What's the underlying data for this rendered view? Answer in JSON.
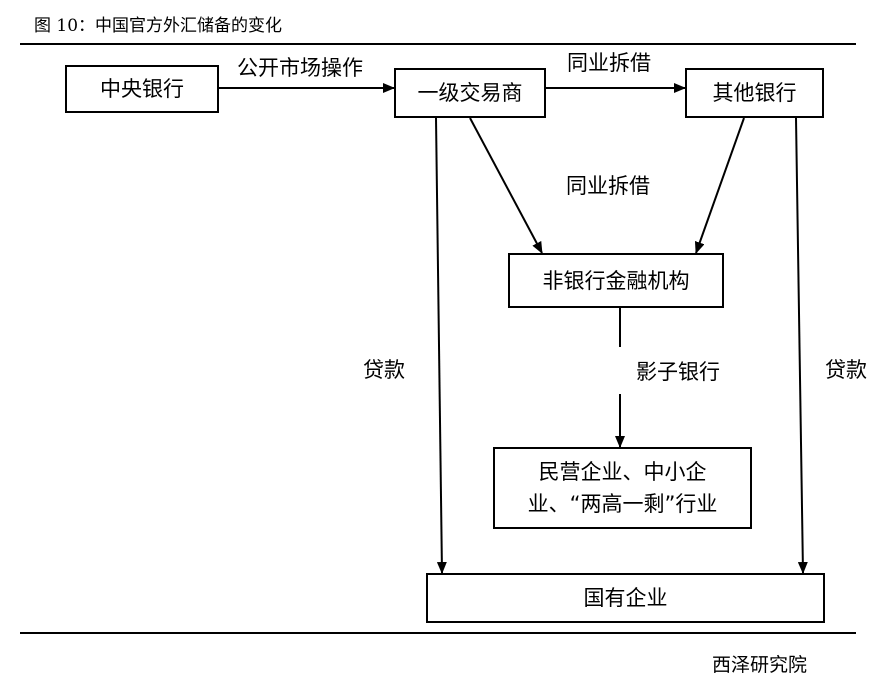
{
  "figure": {
    "title": "图 10：中国官方外汇储备的变化",
    "source": "西泽研究院"
  },
  "nodes": {
    "central_bank": "中央银行",
    "primary_dealer": "一级交易商",
    "other_banks": "其他银行",
    "nonbank_fi": "非银行金融机构",
    "private_sme_line1": "民营企业、中小企",
    "private_sme_line2": "业、“两高一剩”行业",
    "soe": "国有企业"
  },
  "edges": {
    "open_market": "公开市场操作",
    "interbank_top": "同业拆借",
    "interbank_mid": "同业拆借",
    "shadow_banking": "影子银行",
    "loan_left": "贷款",
    "loan_right": "贷款"
  },
  "colors": {
    "line": "#000000",
    "background": "#ffffff"
  }
}
